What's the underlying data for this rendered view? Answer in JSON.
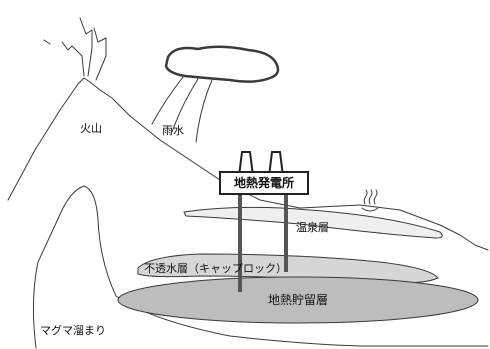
{
  "labels": {
    "volcano": "火山",
    "rainwater": "雨水",
    "power_plant": "地熱発電所",
    "hot_spring_layer": "温泉層",
    "impermeable_layer": "不透水層（キャップロック）",
    "reservoir": "地熱貯留層",
    "magma": "マグマ溜まり"
  },
  "icons": {
    "hot_spring": "hot-spring-icon",
    "cloud": "cloud-icon",
    "lightning": "lightning-icon",
    "chimney": "chimney-icon"
  },
  "colors": {
    "reservoir_fill": "#bdbdbd",
    "cap_rock_fill": "#d6d6d6",
    "hot_spring_fill": "#efefef",
    "line": "#3a3a3a"
  }
}
